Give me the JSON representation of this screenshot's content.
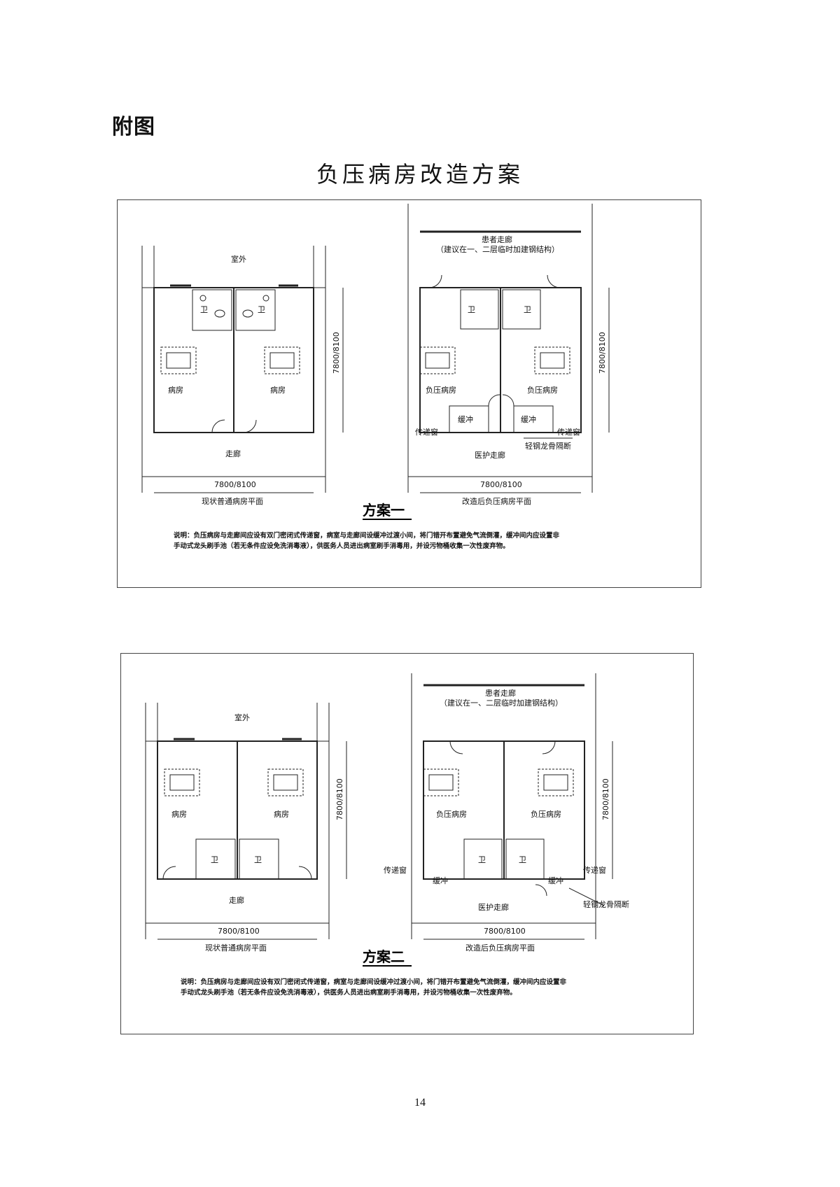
{
  "heading": "附图",
  "title": "负压病房改造方案",
  "schemes": [
    {
      "name": "方案一",
      "left_plan": {
        "outdoor": "室外",
        "toilet": "卫",
        "room": "病房",
        "corridor": "走廊",
        "dimension": "7800/8100",
        "caption": "现状普通病房平面"
      },
      "right_plan": {
        "patient_corridor": "患者走廊",
        "patient_corridor_note": "（建议在一、二层临时加建钢结构）",
        "toilet": "卫",
        "room": "负压病房",
        "buffer": "缓冲",
        "pass_window": "传递窗",
        "partition": "轻钢龙骨隔断",
        "medical_corridor": "医护走廊",
        "dimension": "7800/8100",
        "caption": "改造后负压病房平面"
      },
      "note_line1": "说明：负压病房与走廊间应设有双门密闭式传递窗，病室与走廊间设缓冲过渡小间，将门错开布置避免气流倒灌，缓冲间内应设置非",
      "note_line2": "手动式龙头刷手池（若无条件应设免洗消毒液），供医务人员进出病室刷手消毒用，并设污物桶收集一次性废弃物。"
    },
    {
      "name": "方案二",
      "left_plan": {
        "outdoor": "室外",
        "toilet": "卫",
        "room": "病房",
        "corridor": "走廊",
        "dimension": "7800/8100",
        "caption": "现状普通病房平面"
      },
      "right_plan": {
        "patient_corridor": "患者走廊",
        "patient_corridor_note": "（建议在一、二层临时加建钢结构）",
        "toilet": "卫",
        "room": "负压病房",
        "buffer": "缓冲",
        "pass_window": "传递窗",
        "partition": "轻钢龙骨隔断",
        "medical_corridor": "医护走廊",
        "dimension": "7800/8100",
        "caption": "改造后负压病房平面"
      },
      "note_line1": "说明：负压病房与走廊间应设有双门密闭式传递窗，病室与走廊间设缓冲过渡小间，将门错开布置避免气流倒灌，缓冲间内应设置非",
      "note_line2": "手动式龙头刷手池（若无条件应设免洗消毒液），供医务人员进出病室刷手消毒用，并设污物桶收集一次性废弃物。"
    }
  ],
  "page_number": "14"
}
